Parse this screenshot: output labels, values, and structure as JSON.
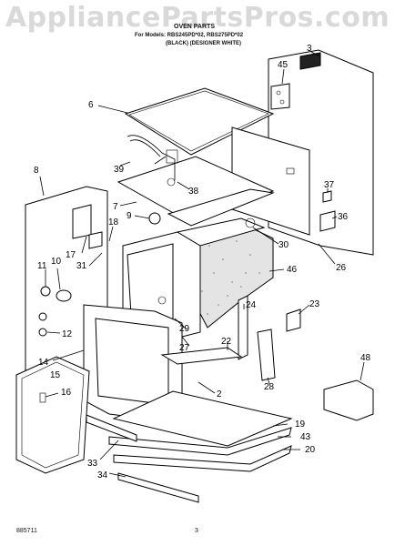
{
  "watermark": "AppliancePartsPros.com",
  "header": {
    "title": "OVEN PARTS",
    "models": "For Models: RBS245PD*02, RBS275PD*02",
    "colors": "(BLACK)  (DESIGNER WHITE)"
  },
  "footer": {
    "doc_number": "885711",
    "page_number": "3"
  },
  "callouts": [
    "2",
    "3",
    "6",
    "7",
    "8",
    "9",
    "10",
    "11",
    "12",
    "14",
    "15",
    "16",
    "17",
    "18",
    "19",
    "20",
    "22",
    "23",
    "24",
    "26",
    "27",
    "28",
    "29",
    "30",
    "31",
    "33",
    "34",
    "36",
    "37",
    "38",
    "39",
    "43",
    "45",
    "46",
    "48"
  ]
}
